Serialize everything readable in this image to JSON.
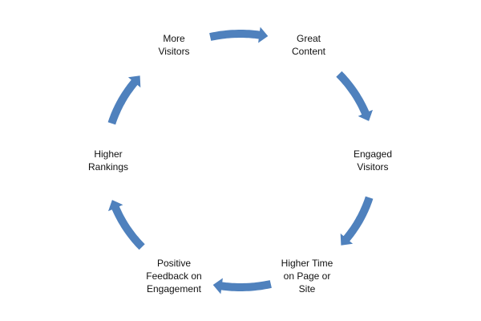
{
  "diagram": {
    "type": "cycle",
    "arrow_color": "#4F81BD",
    "text_color": "#111111",
    "nodes": [
      {
        "id": "great-content",
        "lines": [
          "Great",
          "Content"
        ]
      },
      {
        "id": "engaged-visitors",
        "lines": [
          "Engaged",
          "Visitors"
        ]
      },
      {
        "id": "higher-time-on-page",
        "lines": [
          "Higher Time",
          "on Page or",
          "Site"
        ]
      },
      {
        "id": "positive-feedback",
        "lines": [
          "Positive",
          "Feedback on",
          "Engagement"
        ]
      },
      {
        "id": "higher-rankings",
        "lines": [
          "Higher",
          "Rankings"
        ]
      },
      {
        "id": "more-visitors",
        "lines": [
          "More",
          "Visitors"
        ]
      }
    ]
  }
}
